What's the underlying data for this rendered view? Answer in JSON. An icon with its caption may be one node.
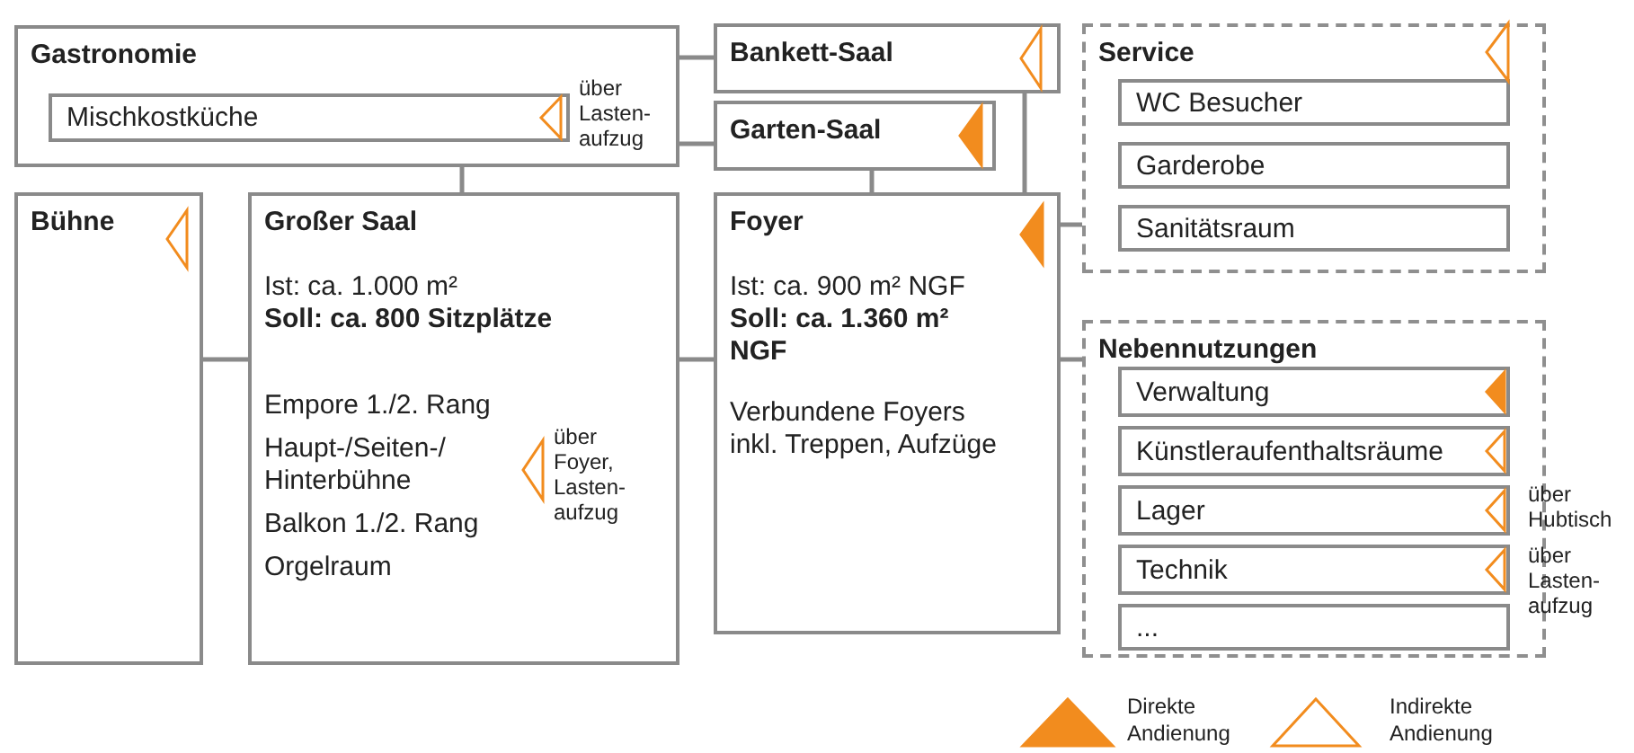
{
  "diagram": {
    "nodes": [
      {
        "text": [
          "Gastronomie"
        ]
      },
      {
        "text": [
          "Mischkostküche"
        ],
        "in": 0,
        "beside": [
          "über Lasten- aufzug"
        ]
      },
      {
        "text": [
          "Bankett-Saal"
        ]
      },
      {
        "text": [
          "Garten-Saal"
        ]
      },
      {
        "text": [
          "Service"
        ]
      },
      {
        "text": [
          "WC Besucher"
        ],
        "in": 4
      },
      {
        "text": [
          "Garderobe"
        ],
        "in": 4
      },
      {
        "text": [
          "Sanitätsraum"
        ],
        "in": 4
      },
      {
        "text": [
          "Bühne"
        ]
      },
      {
        "text": [
          "Großer Saal",
          "Ist: ca. 1.000 m²",
          "Soll: ca. 800 Sitzplätze",
          "Empore 1./2. Rang",
          "Haupt-/Seiten-/ Hinterbühne",
          "Balkon 1./2. Rang",
          "Orgelraum",
          "über Foyer, Lasten- aufzug"
        ]
      },
      {
        "text": [
          "Foyer",
          "Ist: ca. 900 m² NGF",
          "Soll: ca. 1.360 m² NGF",
          "Verbundene Foyers inkl. Treppen, Aufzüge"
        ]
      },
      {
        "text": [
          "Nebennutzungen"
        ]
      },
      {
        "text": [
          "Verwaltung"
        ],
        "in": 11
      },
      {
        "text": [
          "Künstleraufenthaltsräume"
        ],
        "in": 11
      },
      {
        "text": [
          "Lager"
        ],
        "in": 11,
        "beside": [
          "über Hubtisch"
        ]
      },
      {
        "text": [
          "Technik"
        ],
        "in": 11,
        "beside": [
          "über Lasten- aufzug"
        ]
      },
      {
        "text": [
          "..."
        ],
        "in": 11
      }
    ],
    "edges": [
      {
        "from": 0,
        "to": 2,
        "arrow": "none"
      },
      {
        "from": 0,
        "to": 3,
        "arrow": "none"
      },
      {
        "from": 0,
        "to": 9,
        "arrow": "none"
      },
      {
        "from": 8,
        "to": 9,
        "arrow": "none"
      },
      {
        "from": 9,
        "to": 10,
        "arrow": "none"
      },
      {
        "from": 3,
        "to": 10,
        "arrow": "none"
      },
      {
        "from": 2,
        "to": 10,
        "arrow": "none"
      },
      {
        "from": 10,
        "to": 4,
        "arrow": "none"
      },
      {
        "from": 10,
        "to": 11,
        "arrow": "none"
      }
    ],
    "legend": [
      {
        "text": "Direkte Andienung"
      },
      {
        "text": "Indirekte Andienung"
      }
    ]
  }
}
